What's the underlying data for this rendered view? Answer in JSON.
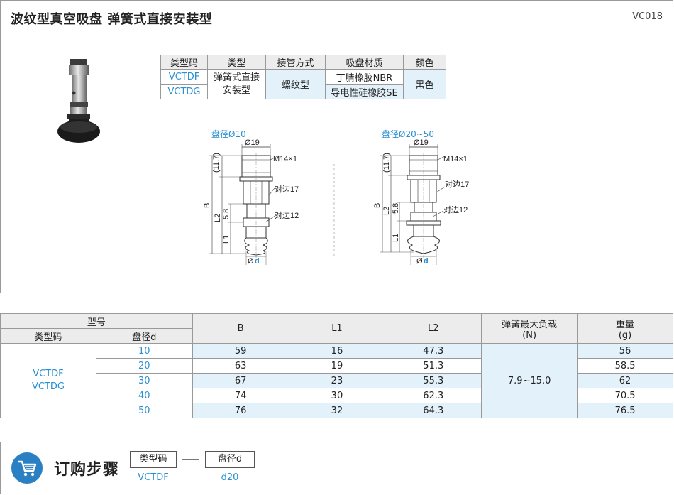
{
  "header": {
    "title": "波纹型真空吸盘  弹簧式直接安装型",
    "code": "VC018"
  },
  "spec": {
    "headers": [
      "类型码",
      "类型",
      "接管方式",
      "吸盘材质",
      "颜色"
    ],
    "codes": [
      "VCTDF",
      "VCTDG"
    ],
    "type": "弹簧式直接安装型",
    "type_line1": "弹簧式直接",
    "type_line2": "安装型",
    "connection": "螺纹型",
    "materials": [
      "丁腈橡胶NBR",
      "导电性硅橡胶SE"
    ],
    "color": "黑色"
  },
  "drawings": {
    "left_caption": "盘径Ø10",
    "right_caption": "盘径Ø20~50",
    "dia19": "Ø19",
    "thread": "M14×1",
    "hex17": "对边17",
    "hex12": "对边12",
    "dim_11_7": "(11.7)",
    "dim_B": "B",
    "dim_L2": "L2",
    "dim_5_8": "5.8",
    "dim_L1": "L1",
    "dia_d_prefix": "Ø",
    "dia_d": "d"
  },
  "main_table": {
    "group_header": "型号",
    "col_type_code": "类型码",
    "col_dia": "盘径d",
    "col_B": "B",
    "col_L1": "L1",
    "col_L2": "L2",
    "col_spring_line1": "弹簧最大负载",
    "col_spring_line2": "(N)",
    "col_weight_line1": "重量",
    "col_weight_line2": "(g)",
    "type_codes": [
      "VCTDF",
      "VCTDG"
    ],
    "spring_load": "7.9~15.0",
    "rows": [
      {
        "d": "10",
        "B": "59",
        "L1": "16",
        "L2": "47.3",
        "w": "56"
      },
      {
        "d": "20",
        "B": "63",
        "L1": "19",
        "L2": "51.3",
        "w": "58.5"
      },
      {
        "d": "30",
        "B": "67",
        "L1": "23",
        "L2": "55.3",
        "w": "62"
      },
      {
        "d": "40",
        "B": "74",
        "L1": "30",
        "L2": "62.3",
        "w": "70.5"
      },
      {
        "d": "50",
        "B": "76",
        "L1": "32",
        "L2": "64.3",
        "w": "76.5"
      }
    ]
  },
  "order": {
    "title": "订购步骤",
    "box1": "类型码",
    "box2": "盘径d",
    "val1": "VCTDF",
    "val2": "d20",
    "icon": "cart-icon"
  },
  "colors": {
    "accent": "#2a8fd0",
    "light_blue": "#e3f1fb",
    "header_gray": "#ececec",
    "cart_blue": "#2b7fc3"
  }
}
